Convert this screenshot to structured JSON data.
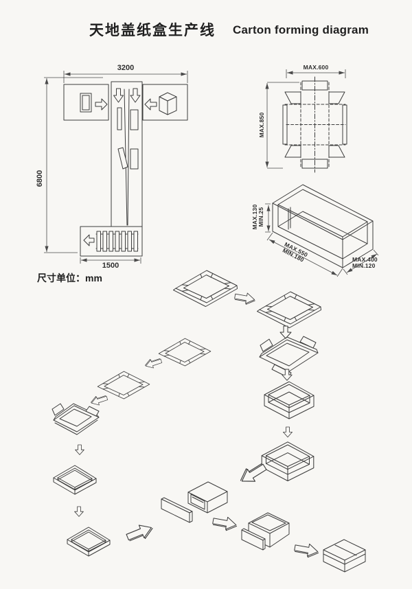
{
  "title": {
    "zh": "天地盖纸盒生产线",
    "en": "Carton forming diagram"
  },
  "unit_note": "尺寸单位：mm",
  "plan_view": {
    "width_label": "3200",
    "length_label": "6800",
    "outfeed_label": "1500"
  },
  "blank_drawing": {
    "width_label": "MAX.600",
    "height_label": "MAX.850"
  },
  "box_drawing": {
    "height_max": "MAX.130",
    "height_min": "MIN.25",
    "length_max": "MAX.550",
    "length_min": "MIN.180",
    "width_max": "MAX.400",
    "width_min": "MIN.120"
  },
  "colors": {
    "line": "#3c3c3c",
    "paper": "#f8f7f4"
  },
  "flow": {
    "steps": [
      "flat-blank-icon",
      "flat-blank-icon",
      "folded-blank-icon",
      "formed-deep-box-icon",
      "formed-deep-box-icon",
      "lid-blank-icon",
      "lid-blank-icon",
      "folded-lid-icon",
      "formed-lid-icon",
      "formed-lid-icon",
      "lid-panel-icon",
      "open-sleeve-icon",
      "box-with-lid-icon",
      "closed-box-icon"
    ]
  }
}
